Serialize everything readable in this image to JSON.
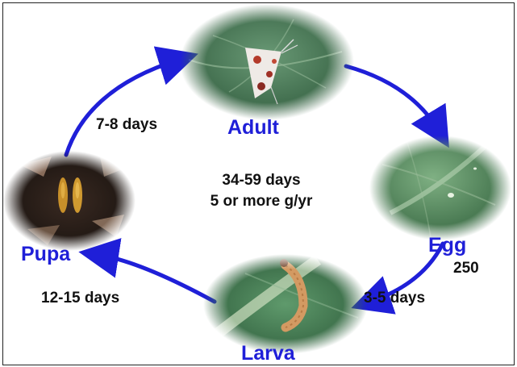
{
  "diagram": {
    "stages": {
      "adult": "Adult",
      "egg": "Egg",
      "larva": "Larva",
      "pupa": "Pupa"
    },
    "egg_count": "250",
    "durations": {
      "pupa_to_adult": "7-8 days",
      "egg_to_larva": "3-5 days",
      "larva_to_pupa": "12-15 days"
    },
    "center": {
      "total_duration": "34-59 days",
      "generations": "5 or more g/yr"
    },
    "colors": {
      "arrow": "#1f1fd8",
      "stage_label": "#1f1fd8",
      "text": "#111111",
      "leaf": "#3f6d4a"
    }
  }
}
